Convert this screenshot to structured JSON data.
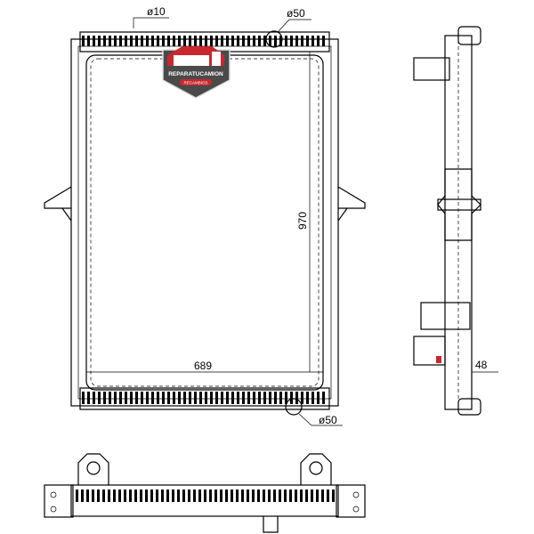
{
  "dimensions": {
    "inlet_small_diameter": "ø10",
    "top_port_diameter": "ø50",
    "core_height": "970",
    "core_width": "689",
    "bottom_port_diameter": "ø50",
    "depth": "48"
  },
  "logo": {
    "brand": "REPARATUCAMION",
    "subtitle": "RECAMBIOS"
  },
  "colors": {
    "line": "#000000",
    "logo_red": "#c8282d",
    "logo_gray": "#4a4a4a"
  }
}
